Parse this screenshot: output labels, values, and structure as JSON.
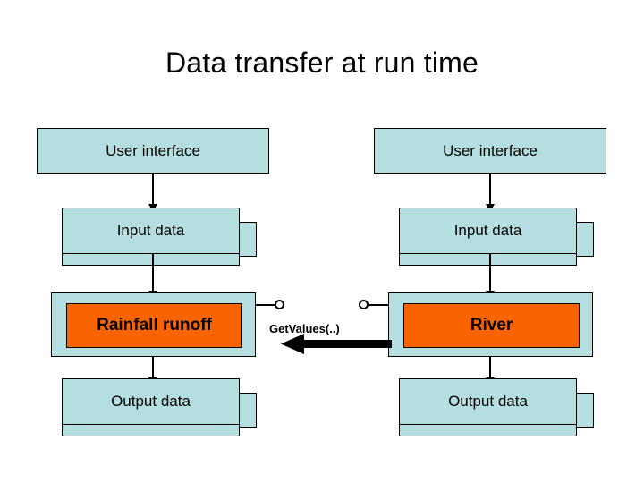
{
  "slide": {
    "title": "Data transfer at run time",
    "background_color": "#ffffff"
  },
  "colors": {
    "box_fill": "#b5dee0",
    "component_fill": "#fa6400",
    "outline": "#000000",
    "text": "#000000"
  },
  "columns": [
    {
      "id": "left",
      "user_interface": {
        "label": "User interface"
      },
      "input_data": {
        "label": "Input data"
      },
      "component": {
        "label": "Rainfall runoff"
      },
      "output_data": {
        "label": "Output data"
      }
    },
    {
      "id": "right",
      "user_interface": {
        "label": "User interface"
      },
      "input_data": {
        "label": "Input data"
      },
      "component": {
        "label": "River"
      },
      "output_data": {
        "label": "Output data"
      }
    }
  ],
  "interaction": {
    "call_label": "GetValues(..)",
    "direction": "right-to-left",
    "left_port_name": "provided-interface-port",
    "right_port_name": "required-interface-port"
  }
}
